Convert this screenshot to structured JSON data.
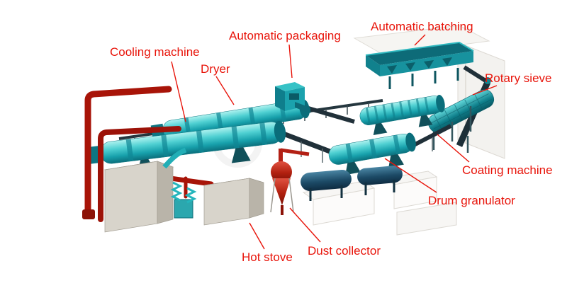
{
  "diagram": {
    "type": "equipment-diagram",
    "label_color": "#e8140a",
    "labels": {
      "cooling_machine": "Cooling machine",
      "dryer": "Dryer",
      "automatic_packaging": "Automatic packaging",
      "automatic_batching": "Automatic batching",
      "rotary_sieve": "Rotary sieve",
      "coating_machine": "Coating machine",
      "drum_granulator": "Drum granulator",
      "dust_collector": "Dust collector",
      "hot_stove": "Hot stove"
    },
    "colors": {
      "machine_teal": "#35c2c6",
      "machine_teal_dark": "#0c6f7c",
      "pipe_red": "#a81408",
      "tank_navy": "#1c4a66",
      "stove_gray": "#d8d4cb",
      "belt_dark": "#203039",
      "wall_gray": "#f3f2ef"
    }
  }
}
